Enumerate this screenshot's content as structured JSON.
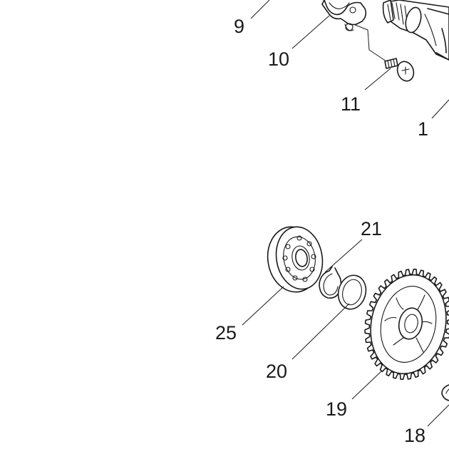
{
  "diagram": {
    "labels": {
      "p9": "9",
      "p10": "10",
      "p11": "11",
      "p1": "1",
      "p21": "21",
      "p25": "25",
      "p20": "20",
      "p19": "19",
      "p18": "18"
    },
    "colors": {
      "line": "#1a1a1a",
      "background": "#ffffff"
    }
  }
}
